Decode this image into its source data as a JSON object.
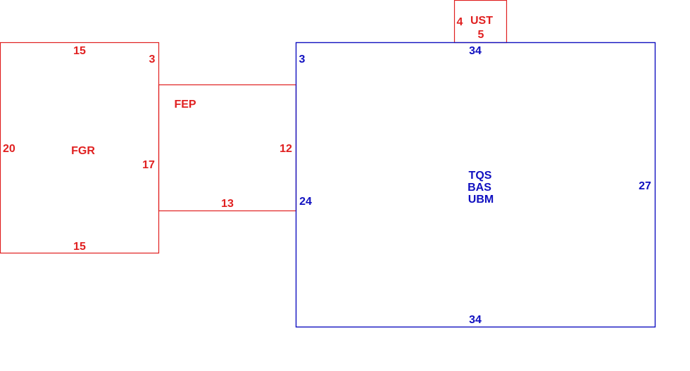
{
  "colors": {
    "red": "#e02020",
    "blue": "#1010c0"
  },
  "rooms": {
    "fgr": {
      "name": "FGR",
      "top": "15",
      "top_right": "3",
      "left": "20",
      "right": "17",
      "bottom": "15"
    },
    "fep": {
      "name": "FEP",
      "right": "12",
      "bottom": "13"
    },
    "ust": {
      "name": "UST",
      "left": "4",
      "bottom": "5"
    },
    "main": {
      "names": [
        "TQS",
        "BAS",
        "UBM"
      ],
      "top": "34",
      "top_left": "3",
      "left": "24",
      "right": "27",
      "bottom": "34"
    }
  }
}
